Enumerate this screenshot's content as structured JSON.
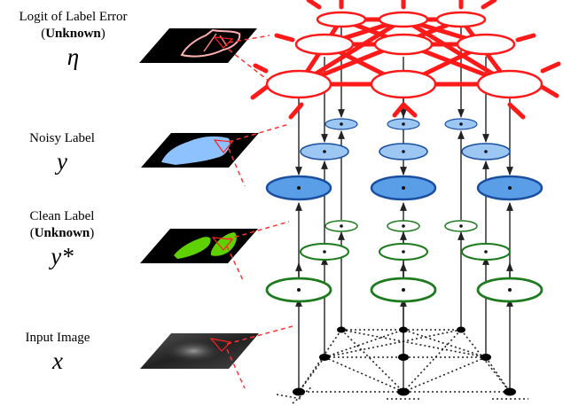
{
  "colors": {
    "red": "#ff1a1a",
    "noisy_fill": "#9cc7f2",
    "noisy_fill_strong": "#5b9ee8",
    "noisy_stroke": "#1a4fa0",
    "clean_stroke": "#1e7a1e",
    "clean_seg": "#5fd000",
    "noisy_seg": "#8ec2ff",
    "dot_line": "#222222"
  },
  "layers": [
    {
      "id": "eta",
      "label": "Logit of Label Error",
      "paren_open": "(",
      "bold": "Unknown",
      "paren_close": ")",
      "symbol": "η",
      "thumbnail": "red-outline-on-black"
    },
    {
      "id": "y",
      "label": "Noisy Label",
      "symbol": "y",
      "thumbnail": "blue-mask-on-black"
    },
    {
      "id": "ystar",
      "label": "Clean Label",
      "paren_open": "(",
      "bold": "Unknown",
      "paren_close": ")",
      "symbol": "y*",
      "thumbnail": "green-mask-on-black"
    },
    {
      "id": "x",
      "label": "Input Image",
      "symbol": "x",
      "thumbnail": "grayscale-image"
    }
  ]
}
